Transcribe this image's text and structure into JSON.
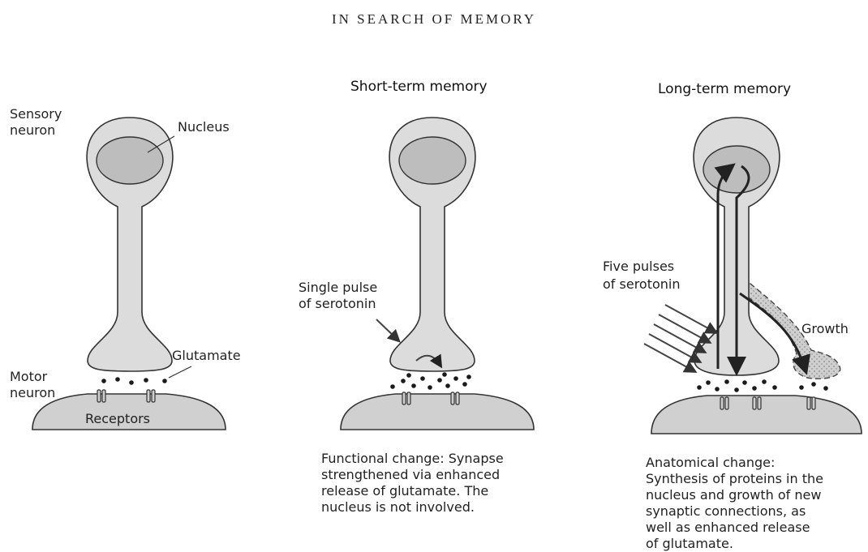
{
  "header": "IN SEARCH OF MEMORY",
  "panels": {
    "baseline": {
      "labels": {
        "sensory_line1": "Sensory",
        "sensory_line2": "neuron",
        "nucleus": "Nucleus",
        "glutamate": "Glutamate",
        "motor_line1": "Motor",
        "motor_line2": "neuron",
        "receptors": "Receptors"
      }
    },
    "short_term": {
      "title": "Short-term memory",
      "pulse_line1": "Single pulse",
      "pulse_line2": "of serotonin",
      "caption": [
        "Functional change: Synapse",
        "strengthened via enhanced",
        "release of glutamate. The",
        "nucleus is not involved."
      ]
    },
    "long_term": {
      "title": "Long-term memory",
      "pulse_line1": "Five pulses",
      "pulse_line2": "of serotonin",
      "growth": "Growth",
      "caption": [
        "Anatomical change:",
        "Synthesis of proteins in the",
        "nucleus and growth of new",
        "synaptic connections, as",
        "well as enhanced release",
        "of glutamate."
      ]
    }
  },
  "colors": {
    "cell_fill": "#dcdcdc",
    "nucleus_fill": "#bdbdbd",
    "outline": "#333333"
  }
}
